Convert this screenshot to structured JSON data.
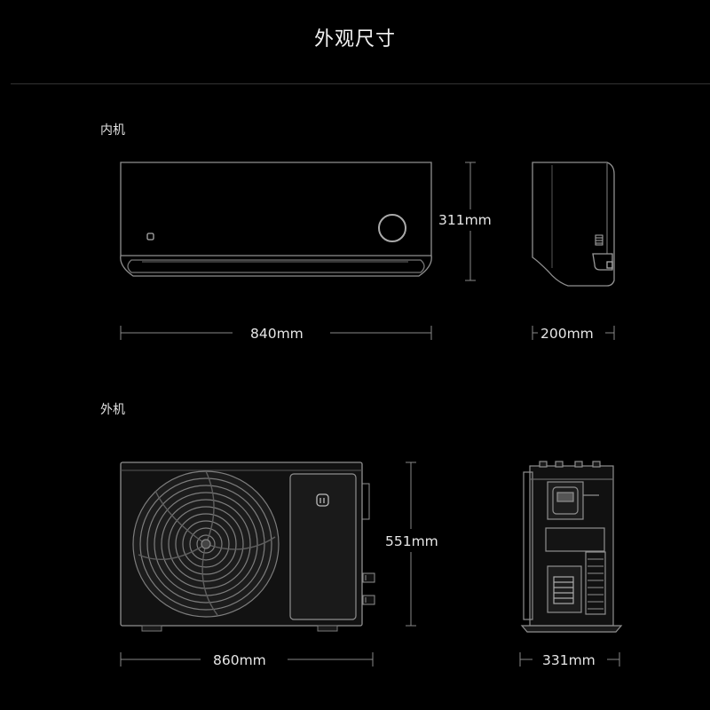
{
  "page": {
    "title": "外观尺寸"
  },
  "indoor": {
    "label": "内机",
    "width": "840mm",
    "height": "311mm",
    "depth": "200mm"
  },
  "outdoor": {
    "label": "外机",
    "width": "860mm",
    "height": "551mm",
    "depth": "331mm"
  },
  "colors": {
    "background": "#000000",
    "line": "#8a8a8a",
    "text": "#e6e6e6"
  }
}
